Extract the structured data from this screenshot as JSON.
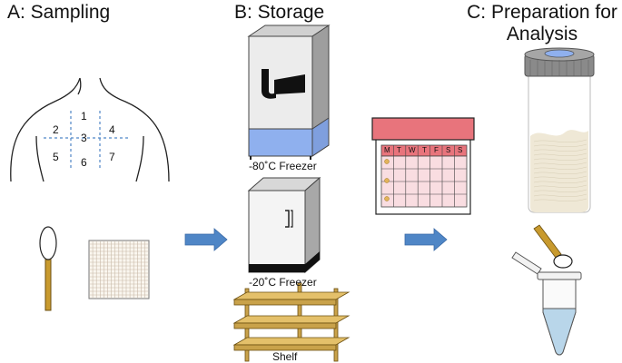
{
  "panels": {
    "a": {
      "title": "A: Sampling"
    },
    "b": {
      "title": "B: Storage"
    },
    "c": {
      "title_line1": "C: Preparation for",
      "title_line2": "Analysis"
    }
  },
  "labels": {
    "freezer_80": "-80˚C Freezer",
    "freezer_20": "-20˚C Freezer",
    "shelf": "Shelf"
  },
  "body_zones": [
    "1",
    "2",
    "3",
    "4",
    "5",
    "6",
    "7"
  ],
  "calendar": {
    "days": [
      "M",
      "T",
      "W",
      "T",
      "F",
      "S",
      "S"
    ]
  },
  "colors": {
    "arrow": "#4f86c6",
    "freezer_base": "#8fb0ee",
    "calendar_header": "#e8747c",
    "calendar_grid": "#f9dde1",
    "swab_stick": "#c89a2e",
    "shelf_wood": "#c9a24a",
    "tube_liquid": "#b9d6ea"
  }
}
